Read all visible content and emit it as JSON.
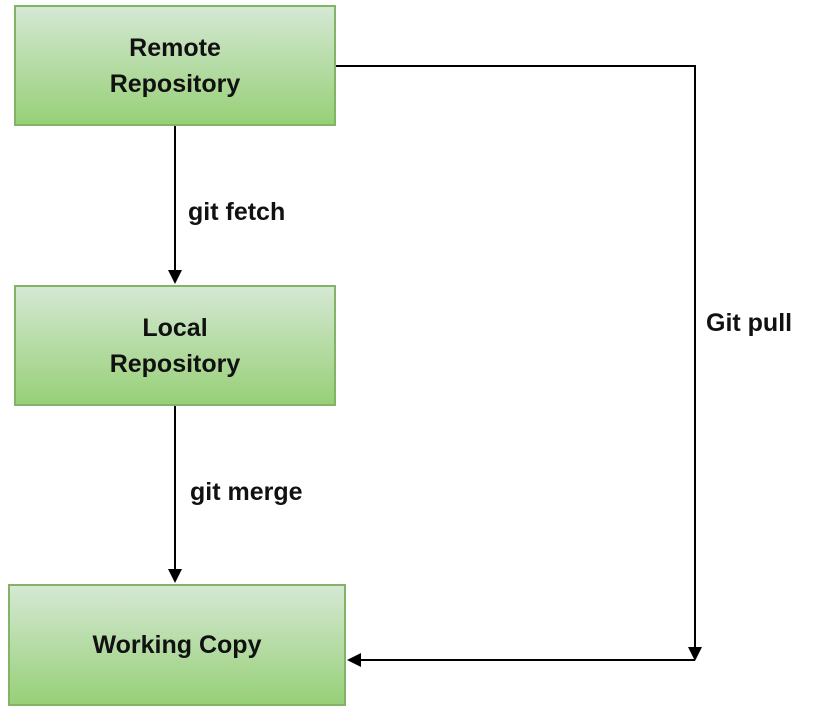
{
  "nodes": {
    "remote": {
      "line1": "Remote",
      "line2": "Repository"
    },
    "local": {
      "line1": "Local",
      "line2": "Repository"
    },
    "working": {
      "label": "Working Copy"
    }
  },
  "edges": {
    "fetch": {
      "label": "git fetch"
    },
    "merge": {
      "label": "git merge"
    },
    "pull": {
      "label": "Git pull"
    }
  },
  "colors": {
    "node_fill_top": "#d5e8d4",
    "node_fill_bottom": "#97d077",
    "node_border": "#82b366",
    "line": "#000000",
    "text": "#111111"
  }
}
